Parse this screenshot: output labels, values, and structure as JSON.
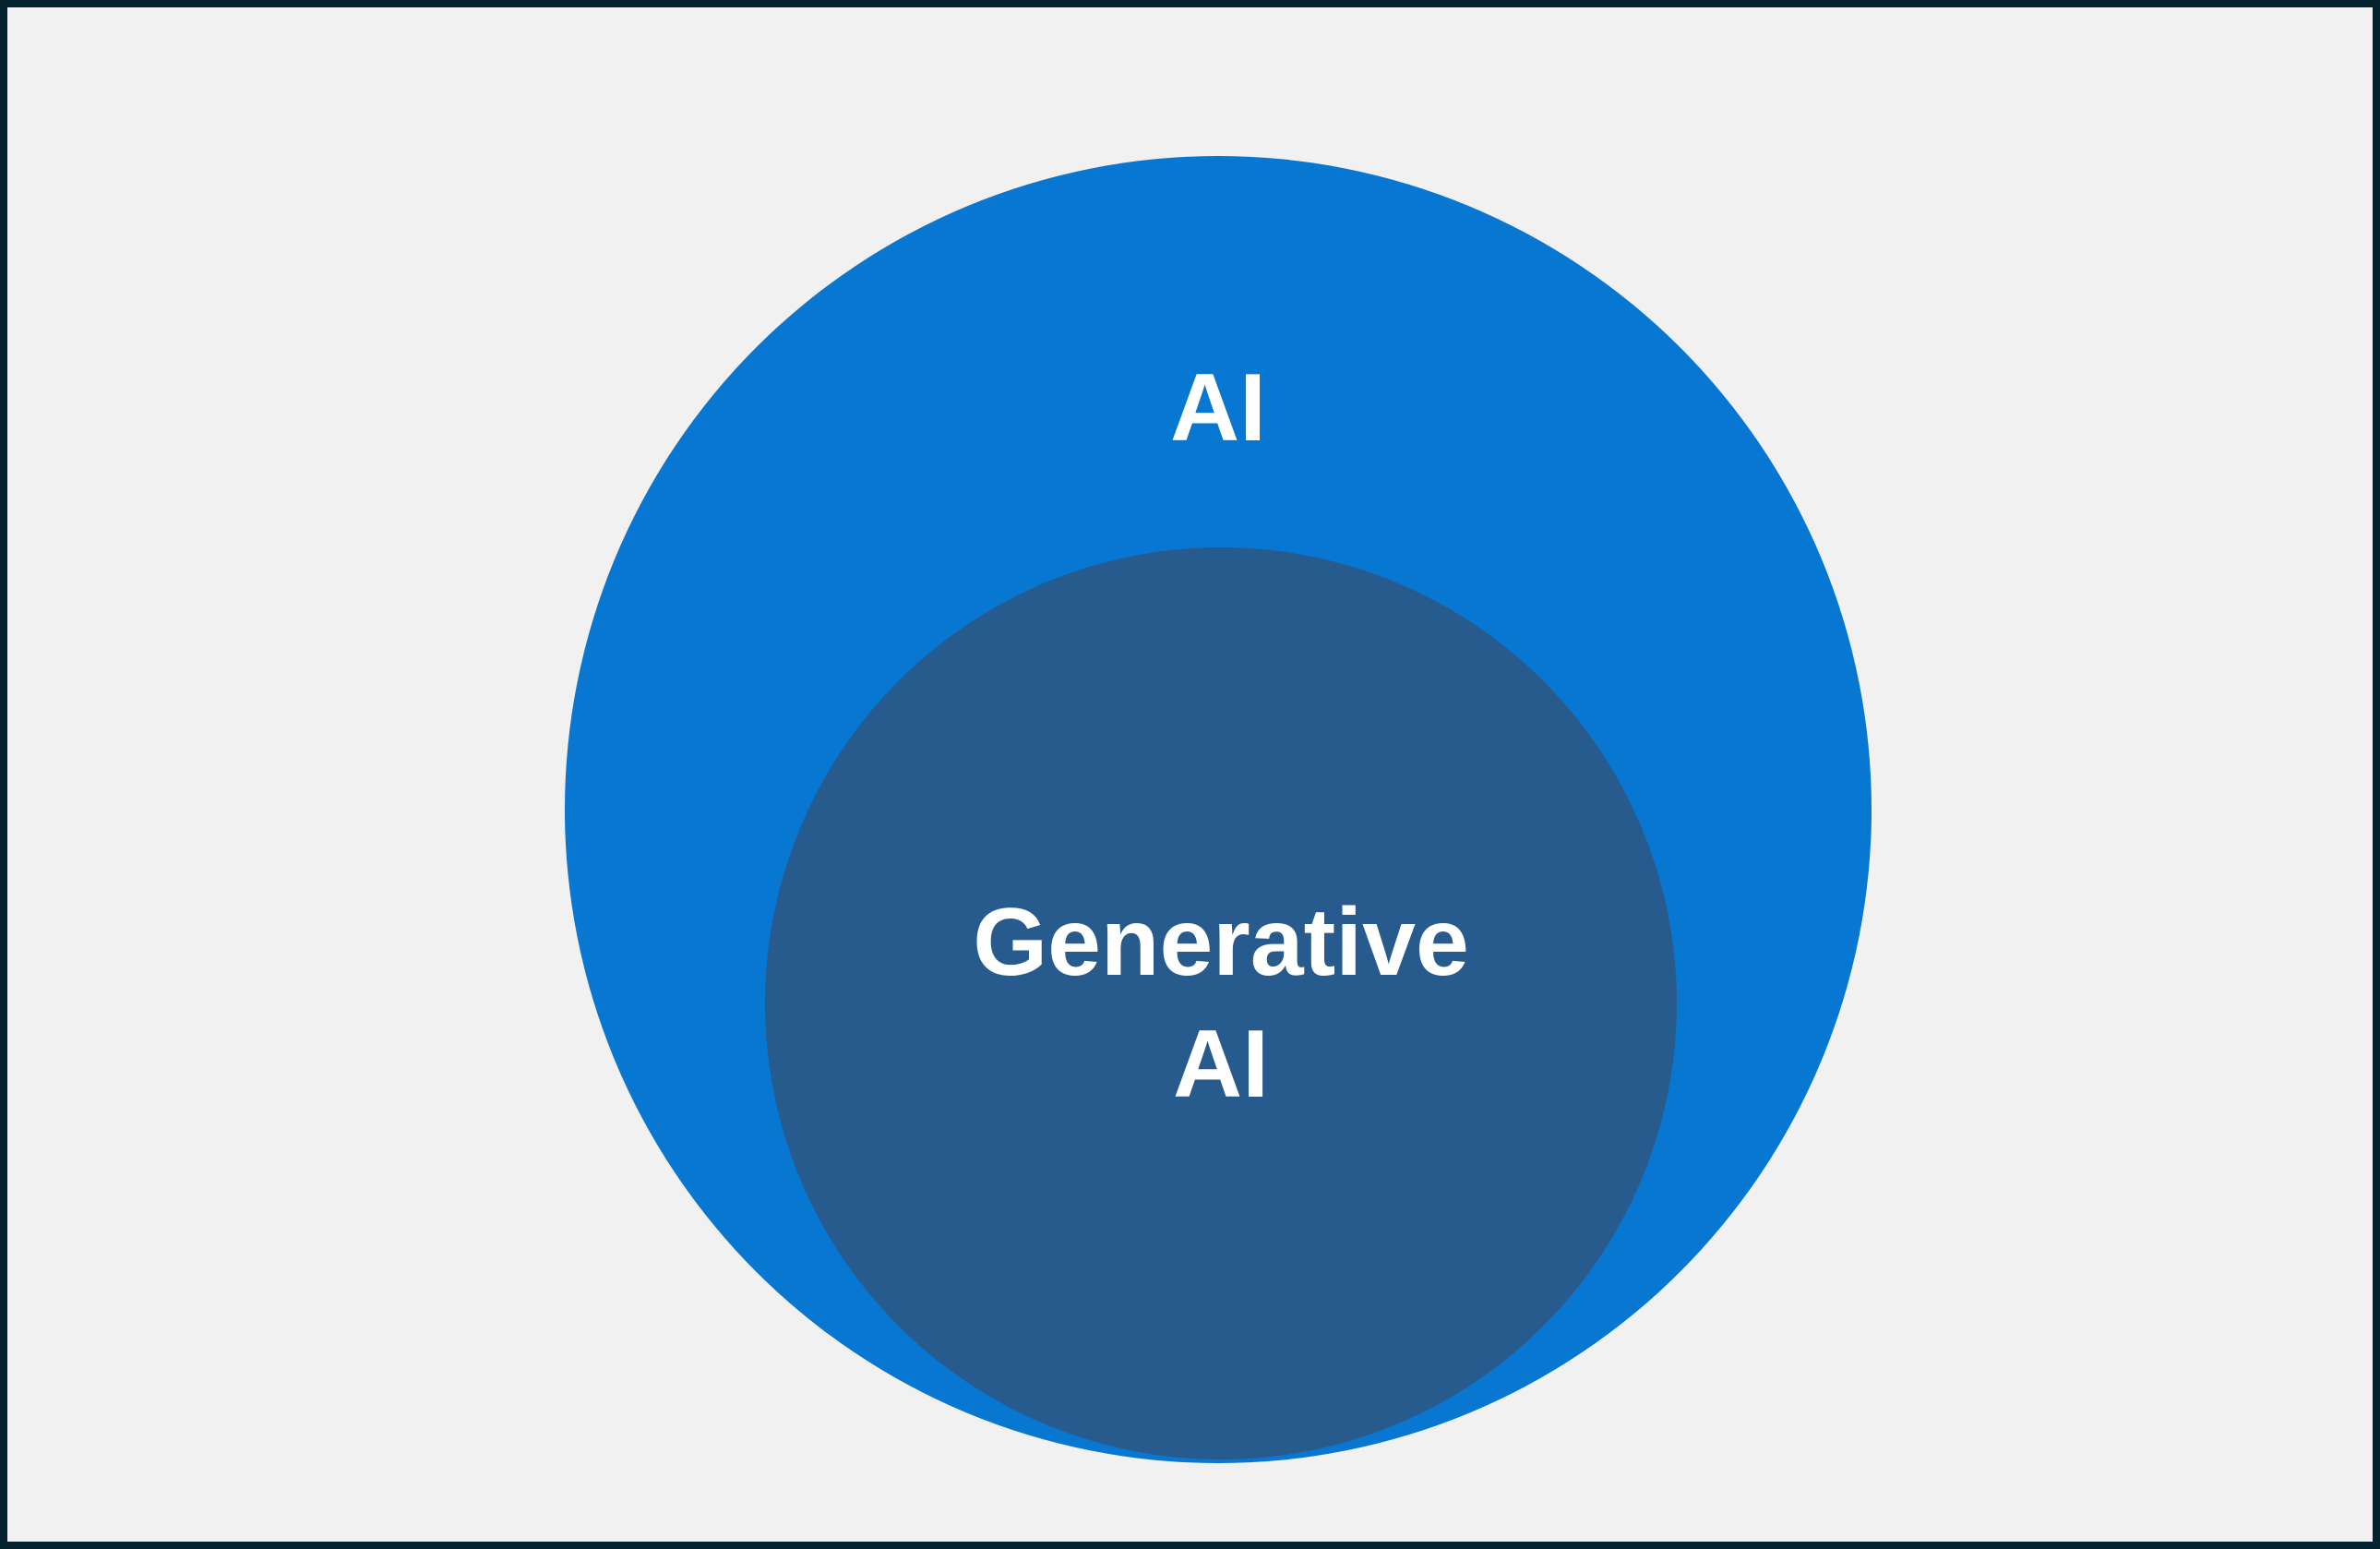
{
  "diagram": {
    "type": "nested-circles",
    "outer_circle": {
      "label": "AI"
    },
    "inner_circle": {
      "label": "Generative AI"
    }
  },
  "colors": {
    "canvas_border": "#05222f",
    "canvas_background": "#f1f1f2",
    "outer_circle_fill": "#0777d1",
    "inner_circle_fill": "#275a8d",
    "label_text": "#ffffff"
  }
}
